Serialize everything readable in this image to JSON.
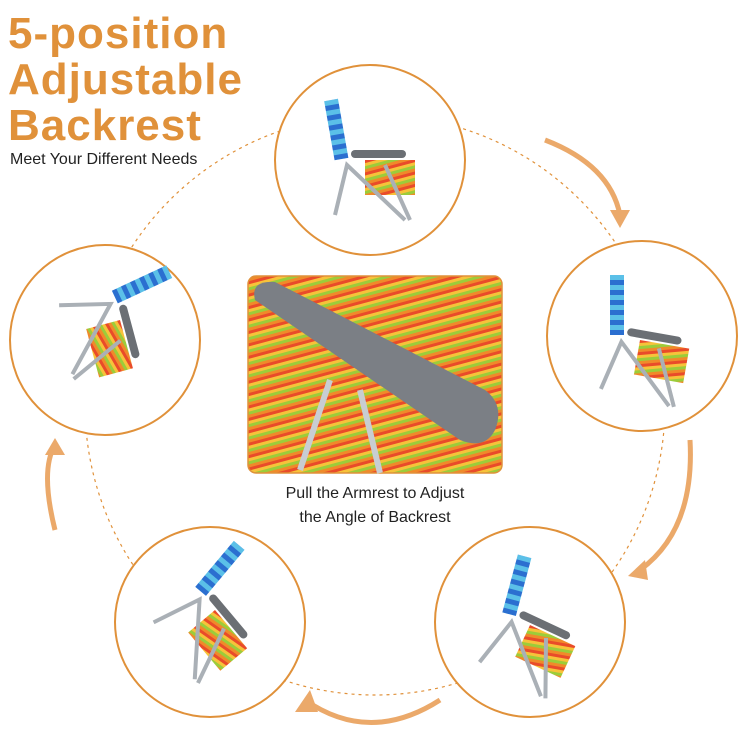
{
  "heading": {
    "line1": "5-position",
    "line2": "Adjustable",
    "line3": "Backrest",
    "subtitle": "Meet Your Different Needs"
  },
  "caption": {
    "line1": "Pull the Armrest to Adjust",
    "line2": "the Angle of Backrest"
  },
  "colors": {
    "accent": "#E0913A",
    "text": "#222222"
  }
}
